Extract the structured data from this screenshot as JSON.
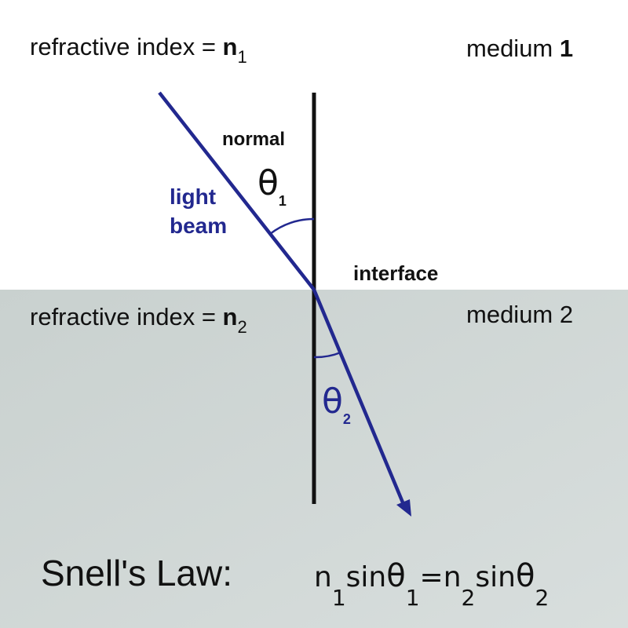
{
  "colors": {
    "beam": "#22288f",
    "normal_line": "#111111",
    "medium1_bg": "#ffffff",
    "medium2_bg": "#cfd6d5"
  },
  "medium1": {
    "index_label": "refractive index = ",
    "index_symbol": "n",
    "index_subscript": "1",
    "name_label": "medium ",
    "name_number": "1"
  },
  "medium2": {
    "index_label": "refractive index = ",
    "index_symbol": "n",
    "index_subscript": "2",
    "name_label": "medium 2"
  },
  "labels": {
    "normal": "normal",
    "interface": "interface",
    "light_beam_line1": "light",
    "light_beam_line2": "beam"
  },
  "angles": {
    "incidence_symbol": "θ",
    "incidence_subscript": "1",
    "refraction_symbol": "θ",
    "refraction_subscript": "2"
  },
  "formula": {
    "title": "Snell's Law:",
    "n": "n",
    "sin": "sin",
    "theta": "θ",
    "sub1": "1",
    "sub2": "2",
    "equals": "="
  }
}
